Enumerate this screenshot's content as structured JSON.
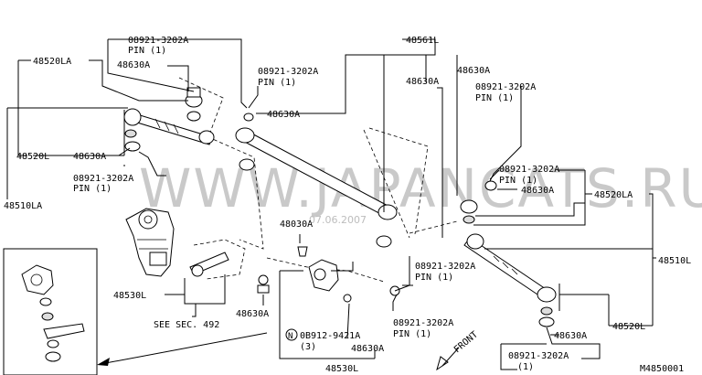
{
  "watermark": "WWW.JAPANCATS.RU",
  "date_stamp": "07.06.2007",
  "labels": {
    "top_48561l": "48561L",
    "top_pin_code": "08921-3202A",
    "top_pin_text": "PIN (1)",
    "l_48520la": "48520LA",
    "l_48630a_top": "48630A",
    "mid_pin_code": "08921-3202A",
    "mid_pin_text": "PIN (1)",
    "mid_48630a": "48630A",
    "l_48520l": "48520L",
    "l_48630a_low": "48630A",
    "l_pin_code": "08921-3202A",
    "l_pin_text": "PIN (1)",
    "l_48510la": "48510LA",
    "c_48630a": "48630A",
    "r_48630a_top": "48630A",
    "r_pin_code": "08921-3202A",
    "r_pin_text": "PIN (1)",
    "r2_pin_code": "08921-3202A",
    "r2_pin_text": "PIN (1)",
    "r2_48630a": "48630A",
    "r_48520la": "48520LA",
    "l_48030a": "48030A",
    "r_48510l": "48510L",
    "c_pin_code": "08921-3202A",
    "c_pin_text": "PIN (1)",
    "l_48530l": "48530L",
    "l_48630a_bottom": "48630A",
    "see_sec": "SEE SEC. 492",
    "n_mark": "N",
    "n_code": "0B912-9421A",
    "n_qty": "(3)",
    "bc_48630a": "48630A",
    "bc_pin_code": "08921-3202A",
    "bc_pin_text": "PIN (1)",
    "r_48630a_bottom": "48630A",
    "r_48520l": "48520L",
    "br_pin_code": "08921-3202A",
    "br_pin_qty": "(1)",
    "b_48530l": "48530L",
    "front": "FRONT",
    "fig_code": "M4850001"
  }
}
